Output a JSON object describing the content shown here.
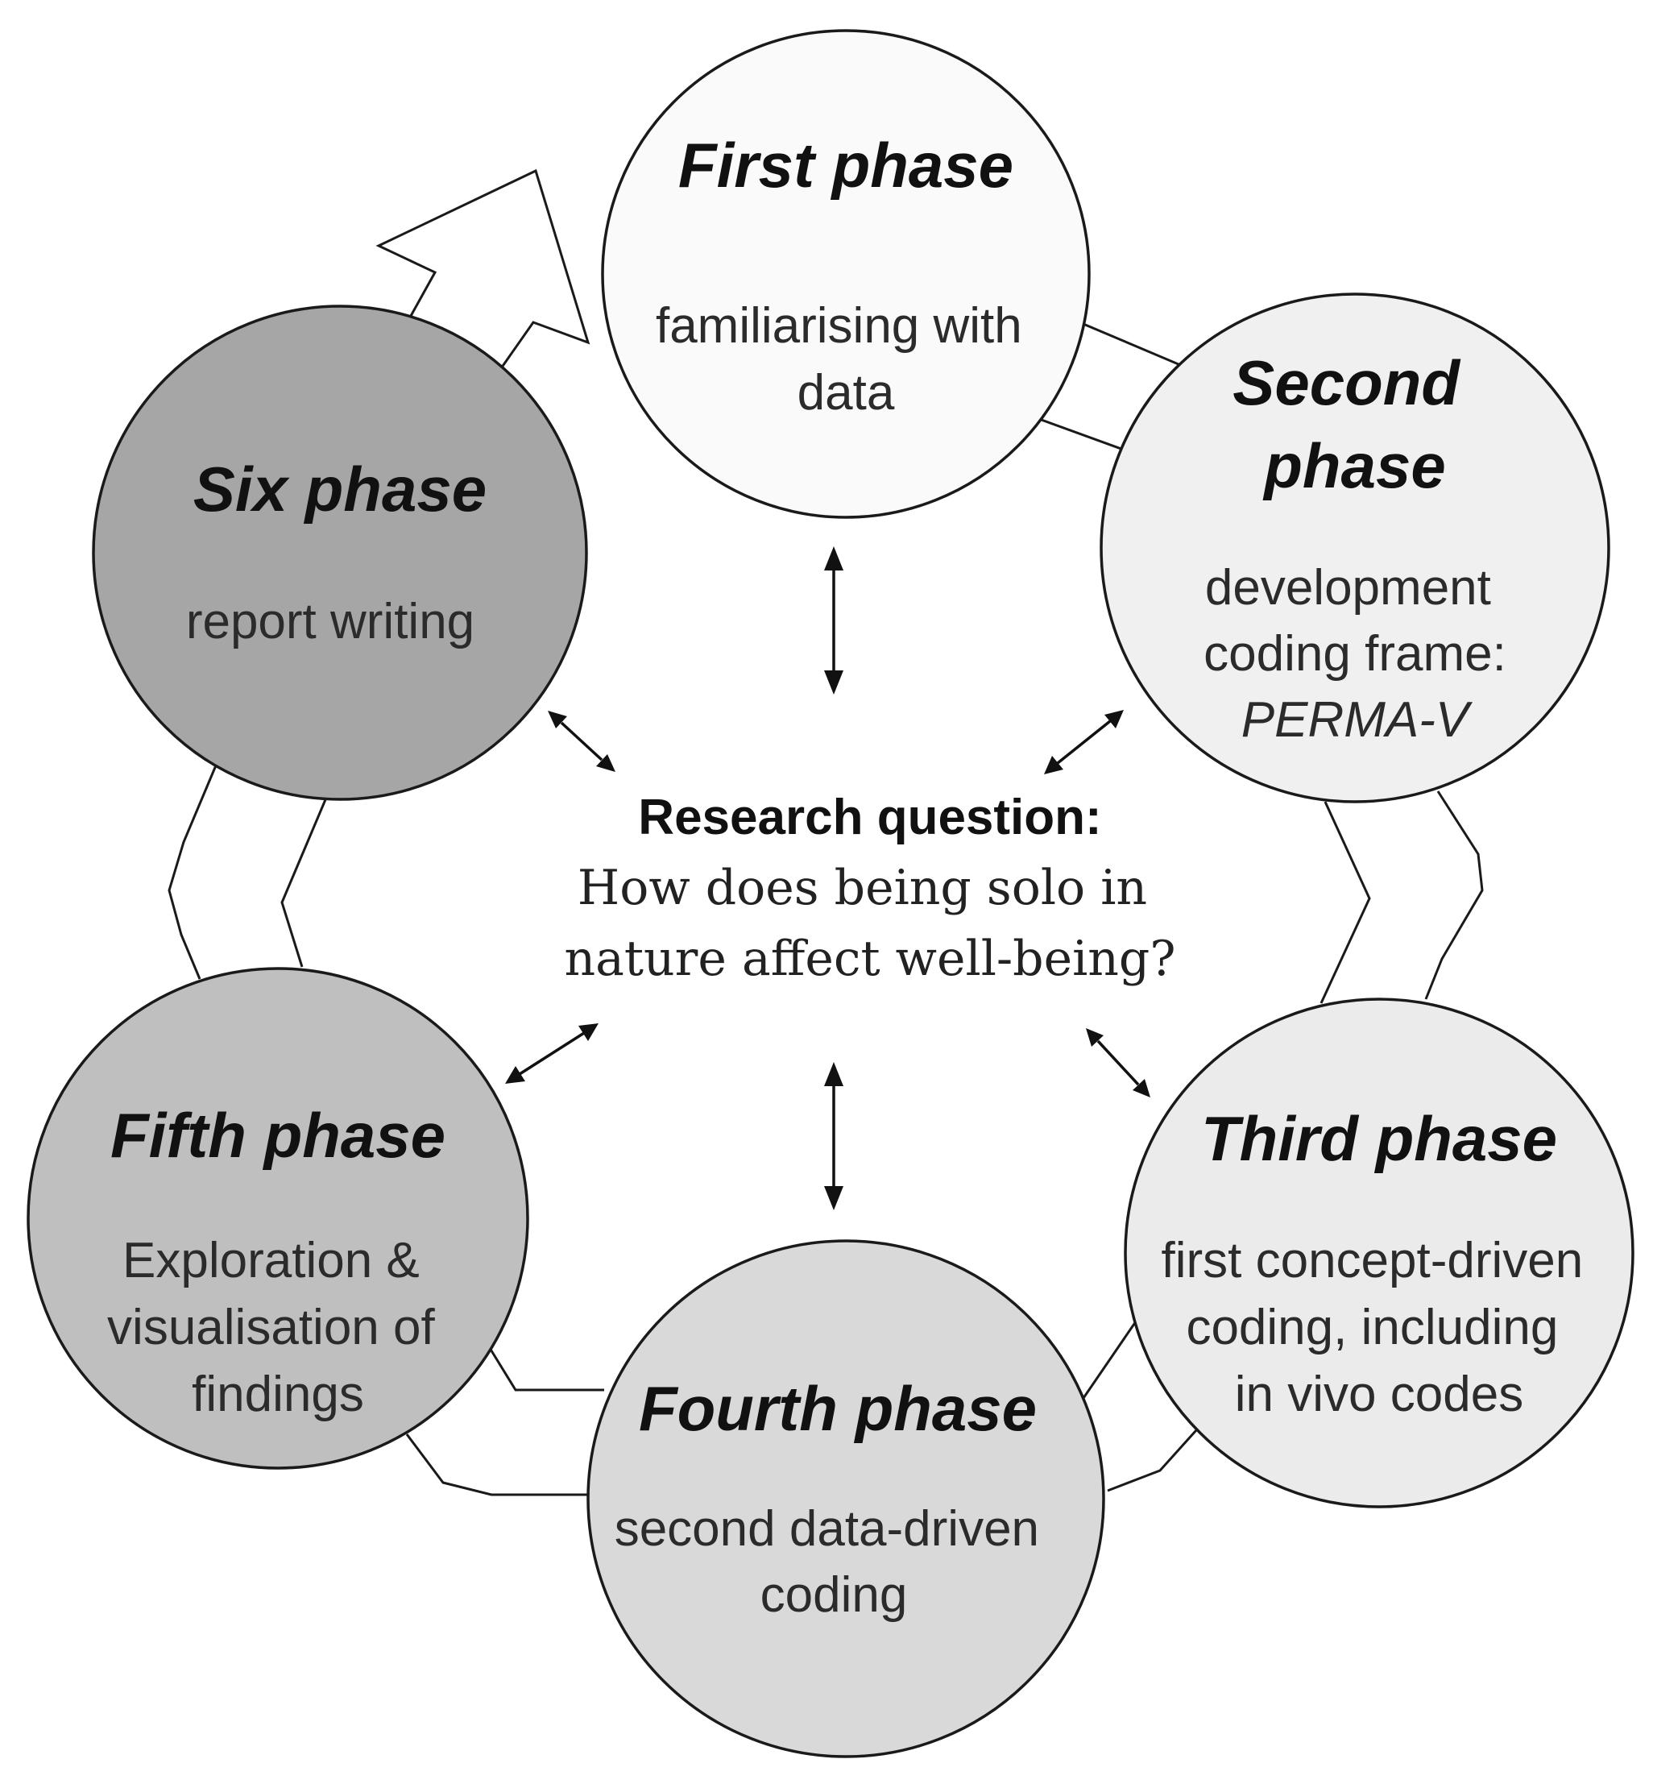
{
  "diagram": {
    "phases": [
      {
        "id": "first",
        "title": [
          "First phase"
        ],
        "desc": [
          "familiarising with",
          "data"
        ],
        "desc_italic_line": null,
        "fill": "#fafafa"
      },
      {
        "id": "second",
        "title": [
          "Second",
          "phase"
        ],
        "desc": [
          "development",
          "coding frame:"
        ],
        "desc_italic_line": "PERMA-V",
        "fill": "#f0f0f0"
      },
      {
        "id": "third",
        "title": [
          "Third phase"
        ],
        "desc": [
          "first concept-driven",
          "coding, including",
          "in vivo codes"
        ],
        "desc_italic_line": null,
        "fill": "#ebebeb"
      },
      {
        "id": "fourth",
        "title": [
          "Fourth phase"
        ],
        "desc": [
          "second data-driven",
          "coding"
        ],
        "desc_italic_line": null,
        "fill": "#d9d9d9"
      },
      {
        "id": "fifth",
        "title": [
          "Fifth phase"
        ],
        "desc": [
          "Exploration &",
          "visualisation of",
          "findings"
        ],
        "desc_italic_line": null,
        "fill": "#bfbfbf"
      },
      {
        "id": "six",
        "title": [
          "Six phase"
        ],
        "desc": [
          "report writing"
        ],
        "desc_italic_line": null,
        "fill": "#a6a6a6"
      }
    ],
    "center": {
      "label": "Research question:",
      "question": [
        "How does being solo in",
        "nature affect well-being?"
      ]
    }
  }
}
